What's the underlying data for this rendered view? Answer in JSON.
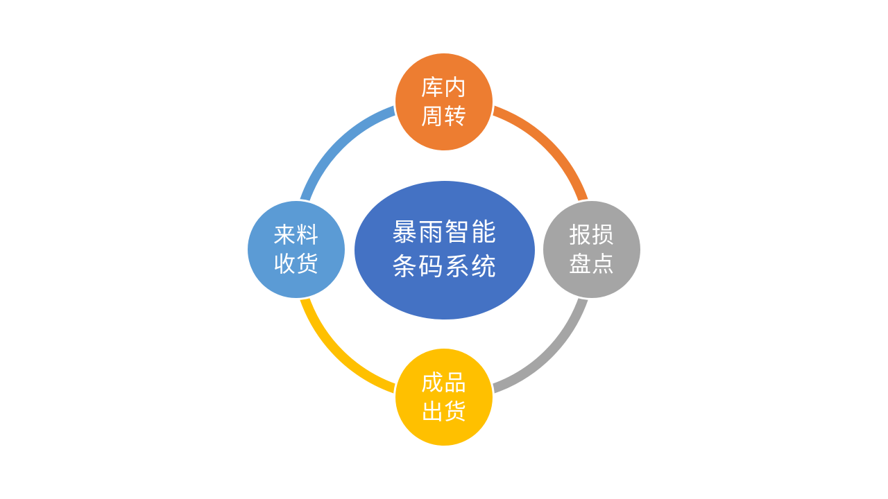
{
  "diagram": {
    "center": {
      "line1": "暴雨智能",
      "line2": "条码系统",
      "color": "#4472C4"
    },
    "nodes": {
      "top": {
        "line1": "库内",
        "line2": "周转",
        "color": "#ED7D31"
      },
      "right": {
        "line1": "报损",
        "line2": "盘点",
        "color": "#A5A5A5"
      },
      "bottom": {
        "line1": "成品",
        "line2": "出货",
        "color": "#FFC000"
      },
      "left": {
        "line1": "来料",
        "line2": "收货",
        "color": "#5B9BD5"
      }
    },
    "arcs": {
      "top_right": "#ED7D31",
      "right_bottom": "#A5A5A5",
      "bottom_left": "#FFC000",
      "left_top": "#5B9BD5"
    }
  }
}
